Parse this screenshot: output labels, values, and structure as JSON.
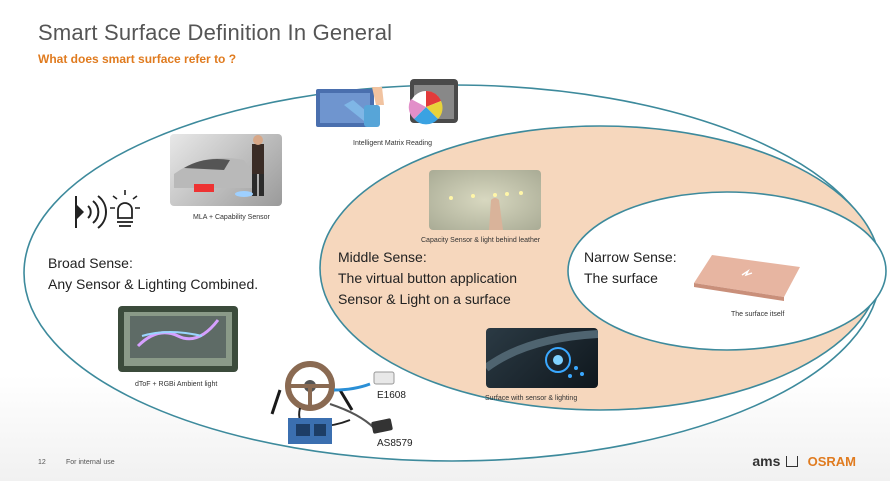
{
  "slide": {
    "title": "Smart Surface Definition In General",
    "subtitle": "What does smart surface refer to ?"
  },
  "broad": {
    "heading": "Broad Sense:",
    "line1": "Any Sensor & Lighting Combined."
  },
  "middle": {
    "heading": "Middle Sense:",
    "line1": "The virtual button application",
    "line2": "Sensor & Light on a surface"
  },
  "narrow": {
    "heading": "Narrow Sense:",
    "line1": "The surface"
  },
  "captions": {
    "matrix": "Intelligent Matrix Reading",
    "mla": "MLA + Capability Sensor",
    "capacity": "Capacity Sensor & light behind leather",
    "surface_itself": "The surface itself",
    "dtof": "dToF + RGBi Ambient light",
    "surface_sensor": "Surface with sensor & lighting",
    "e1608": "E1608",
    "as8579": "AS8579"
  },
  "footer": {
    "page": "12",
    "note": "For internal use",
    "logo_ams": "ams",
    "logo_osram": "OSRAM"
  },
  "colors": {
    "accent": "#e07b1f",
    "middle_fill": "#f6d7bd",
    "ellipse_stroke": "#3d8a9c"
  },
  "icons": [
    "sensor-waves-icon",
    "light-bulb-icon"
  ]
}
